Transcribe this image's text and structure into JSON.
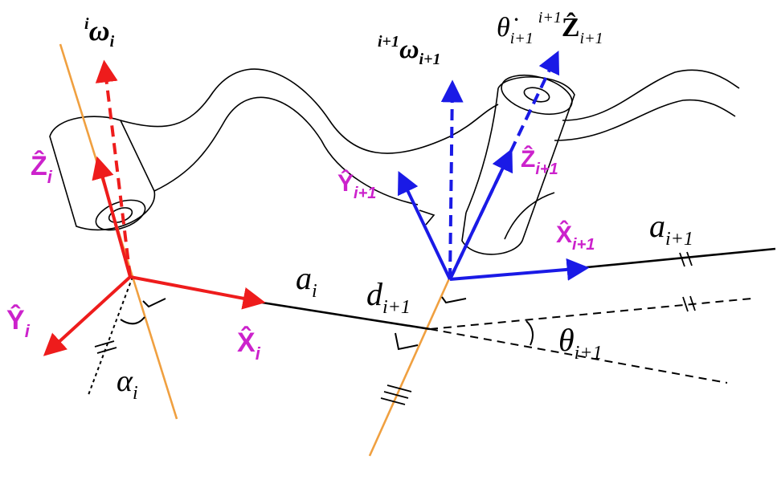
{
  "colors": {
    "frame_i": "#ee1c1c",
    "frame_i1": "#1a1ae6",
    "axis_label": "#cc22cc",
    "joint_axis": "#f0a040",
    "link": "#000000"
  },
  "labels": {
    "omega_i": {
      "base": "ω",
      "pre": "i",
      "sub": "i"
    },
    "omega_i1": {
      "base": "ω",
      "pre": "i+1",
      "sub": "i+1"
    },
    "theta_dot_z": {
      "base": "θ̇",
      "sub": "i+1",
      "pre2": "i+1",
      "base2": "Ẑ",
      "sub2": "i+1"
    },
    "z_i": {
      "base": "Ẑ",
      "sub": "i"
    },
    "y_i": {
      "base": "Ŷ",
      "sub": "i"
    },
    "x_i": {
      "base": "X̂",
      "sub": "i"
    },
    "alpha_i": {
      "base": "α",
      "sub": "i"
    },
    "a_i": {
      "base": "a",
      "sub": "i"
    },
    "y_i1": {
      "base": "Ŷ",
      "sub": "i+1"
    },
    "z_i1": {
      "base": "Ẑ",
      "sub": "i+1"
    },
    "x_i1": {
      "base": "X̂",
      "sub": "i+1"
    },
    "a_i1": {
      "base": "a",
      "sub": "i+1"
    },
    "d_i1": {
      "base": "d",
      "sub": "i+1"
    },
    "theta_i1": {
      "base": "θ",
      "sub": "i+1"
    }
  }
}
